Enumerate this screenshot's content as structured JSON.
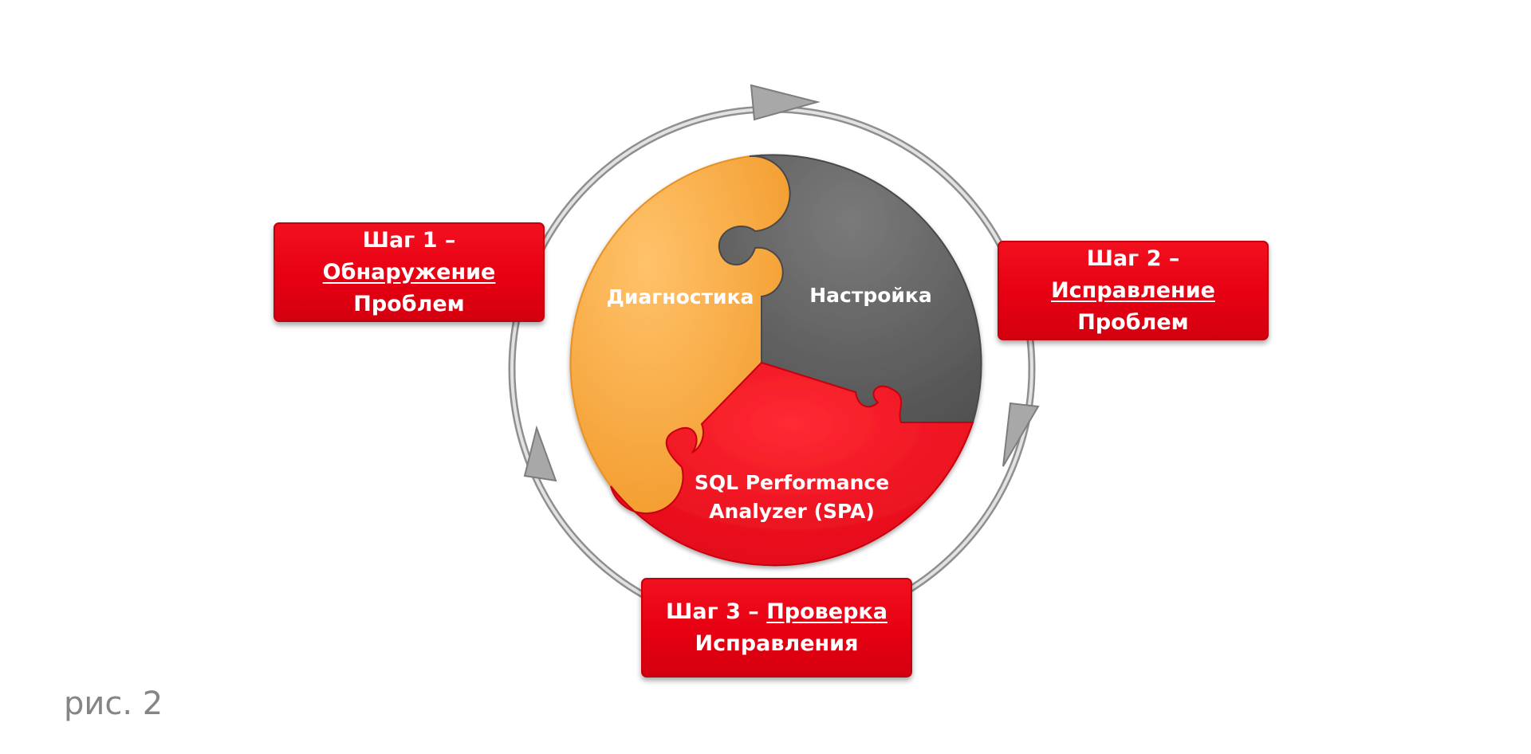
{
  "pieces": {
    "diagnostics": {
      "label": "Диагностика",
      "color": "#f5a033"
    },
    "tuning": {
      "label": "Настройка",
      "color": "#5f5f5f"
    },
    "spa": {
      "label_line1": "SQL Performance",
      "label_line2": "Analyzer (SPA)",
      "color": "#ee0016"
    }
  },
  "steps": {
    "step1": {
      "prefix": "Шаг 1 –",
      "underlined": "Обнаружение",
      "suffix": "Проблем"
    },
    "step2": {
      "prefix": "Шаг 2 –",
      "underlined": "Исправление",
      "suffix": "Проблем"
    },
    "step3": {
      "prefix": "Шаг 3 – ",
      "underlined": "Проверка",
      "suffix": "Исправления"
    }
  },
  "caption": "рис. 2",
  "colors": {
    "step_box": "#e60012",
    "cycle_ring": "#b5b5b5",
    "caption_text": "#858585"
  }
}
